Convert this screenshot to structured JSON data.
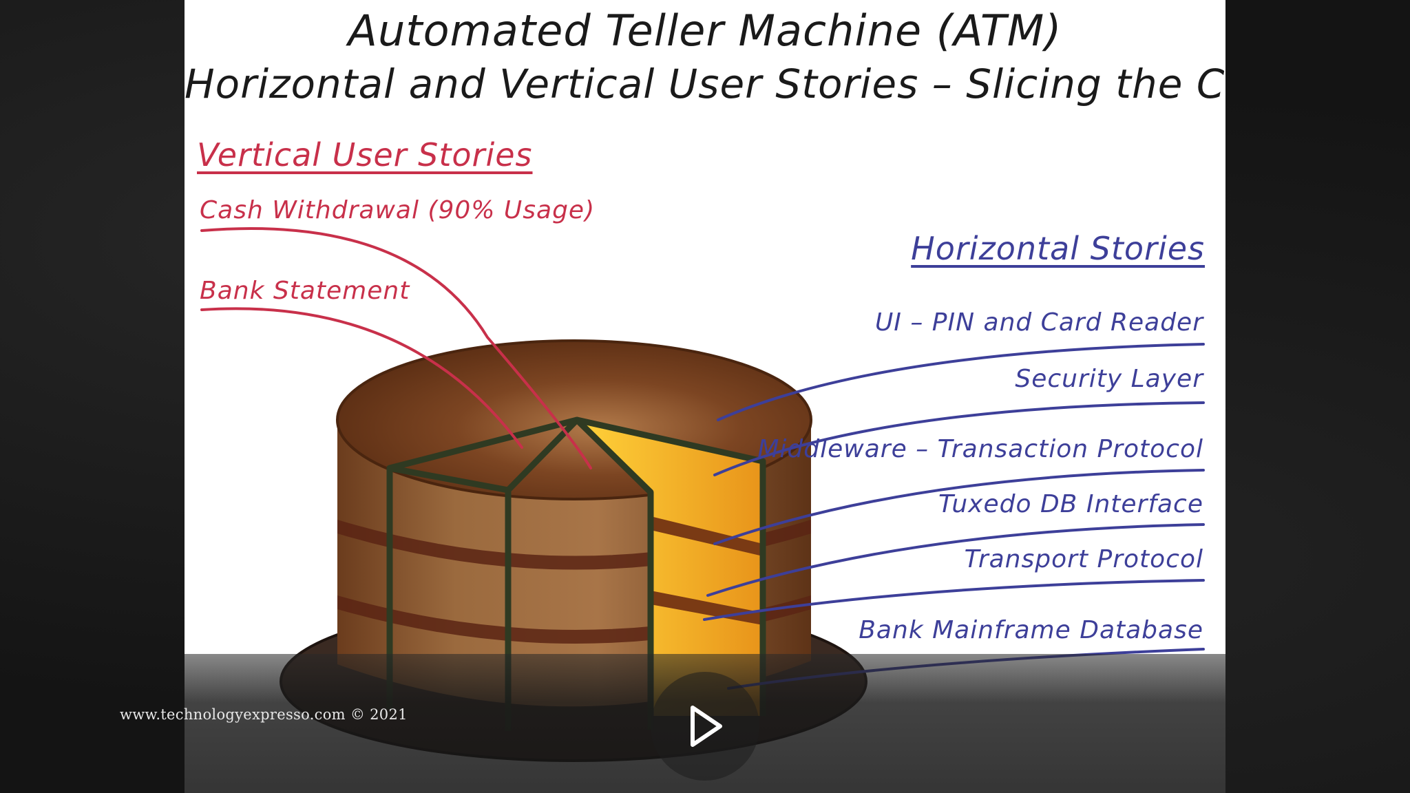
{
  "slide": {
    "title_line1": "Automated Teller Machine (ATM)",
    "title_line2": "Horizontal and Vertical User Stories – Slicing the Cake",
    "vertical": {
      "heading": "Vertical User Stories",
      "items": [
        "Cash Withdrawal (90% Usage)",
        "Bank Statement"
      ]
    },
    "horizontal": {
      "heading": "Horizontal Stories",
      "items": [
        "UI – PIN and Card Reader",
        "Security Layer",
        "Middleware – Transaction Protocol",
        "Tuxedo DB Interface",
        "Transport Protocol",
        "Bank Mainframe Database"
      ]
    }
  },
  "player": {
    "play_icon": "play-icon"
  },
  "footer": {
    "credit": "www.technologyexpresso.com  © 2021"
  },
  "colors": {
    "vertical_accent": "#c8304a",
    "horizontal_accent": "#3d3f99",
    "cake_chocolate": "#7a4a25",
    "cake_slice_yellow": "#f5b52a"
  }
}
